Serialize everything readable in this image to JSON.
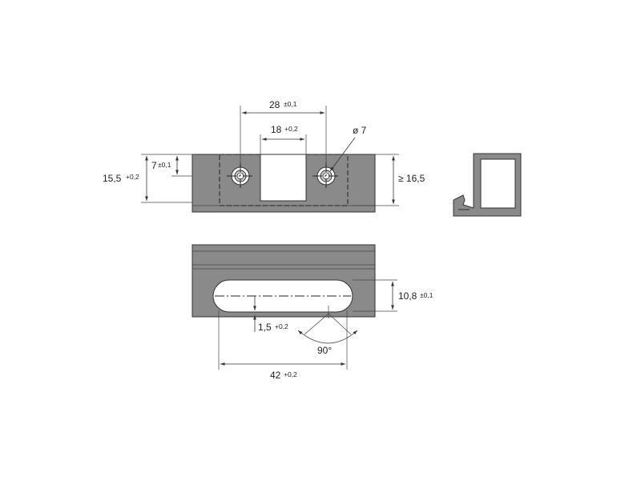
{
  "dimensions": {
    "hole_spacing": {
      "value": "28",
      "tolerance": "±0,1"
    },
    "slot_width": {
      "value": "18",
      "tolerance": "+0,2"
    },
    "hole_diameter": {
      "value": "ø 7"
    },
    "total_height": {
      "value": "15,5",
      "tolerance": "+0,2"
    },
    "hole_offset": {
      "value": "7",
      "tolerance": "±0,1"
    },
    "min_height": {
      "value": "≥ 16,5"
    },
    "slot_height": {
      "value": "10,8",
      "tolerance": "±0,1"
    },
    "slot_offset": {
      "value": "1,5",
      "tolerance": "+0,2"
    },
    "angle": {
      "value": "90°"
    },
    "slot_length": {
      "value": "42",
      "tolerance": "+0,2"
    }
  },
  "colors": {
    "body": "#8a8a8a",
    "outline": "#333333",
    "background": "#ffffff"
  }
}
